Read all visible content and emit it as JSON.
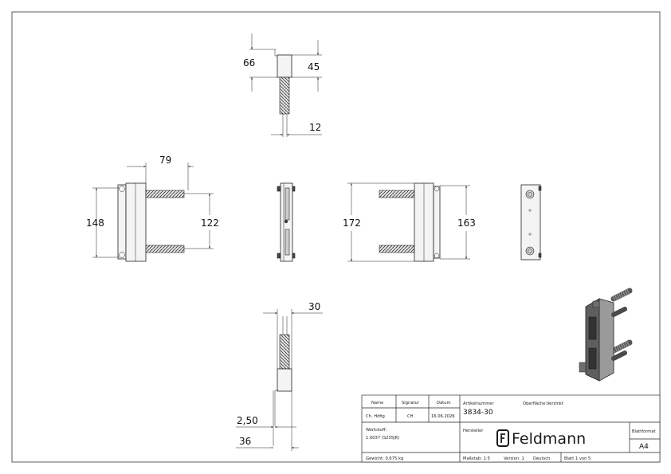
{
  "dimensions": {
    "top_view": {
      "d1": "66",
      "d2": "45",
      "d3": "12"
    },
    "left_view": {
      "d1": "79",
      "d2": "148",
      "d3": "122"
    },
    "right_view": {
      "d1": "172",
      "d2": "163"
    },
    "bottom_view": {
      "d1": "30",
      "d2": "2,50",
      "d3": "36"
    }
  },
  "title_block": {
    "name_label": "Name",
    "signatur_label": "Signatur",
    "datum_label": "Datum",
    "name_value": "Ch. Höfig",
    "signatur_value": "CH",
    "datum_value": "16.06.2026",
    "artikelnummer_label": "Artikelnummer",
    "artikelnummer_value": "3834-30",
    "oberflaeche_label": "Oberfläche:",
    "oberflaeche_value": "Verzinkt",
    "werkstoff_label": "Werkstoff:",
    "werkstoff_value": "1.0037 (S235JR)",
    "hersteller_label": "Hersteller",
    "brand": "Feldmann",
    "blattformat_label": "Blattformat",
    "blattformat_value": "A4",
    "gewicht": "Gewicht: 0.675 kg",
    "massstab": "Maßstab: 1:5",
    "version": "Version: 1",
    "sprache": "Deutsch",
    "blatt": "Blatt 1 von 5"
  }
}
